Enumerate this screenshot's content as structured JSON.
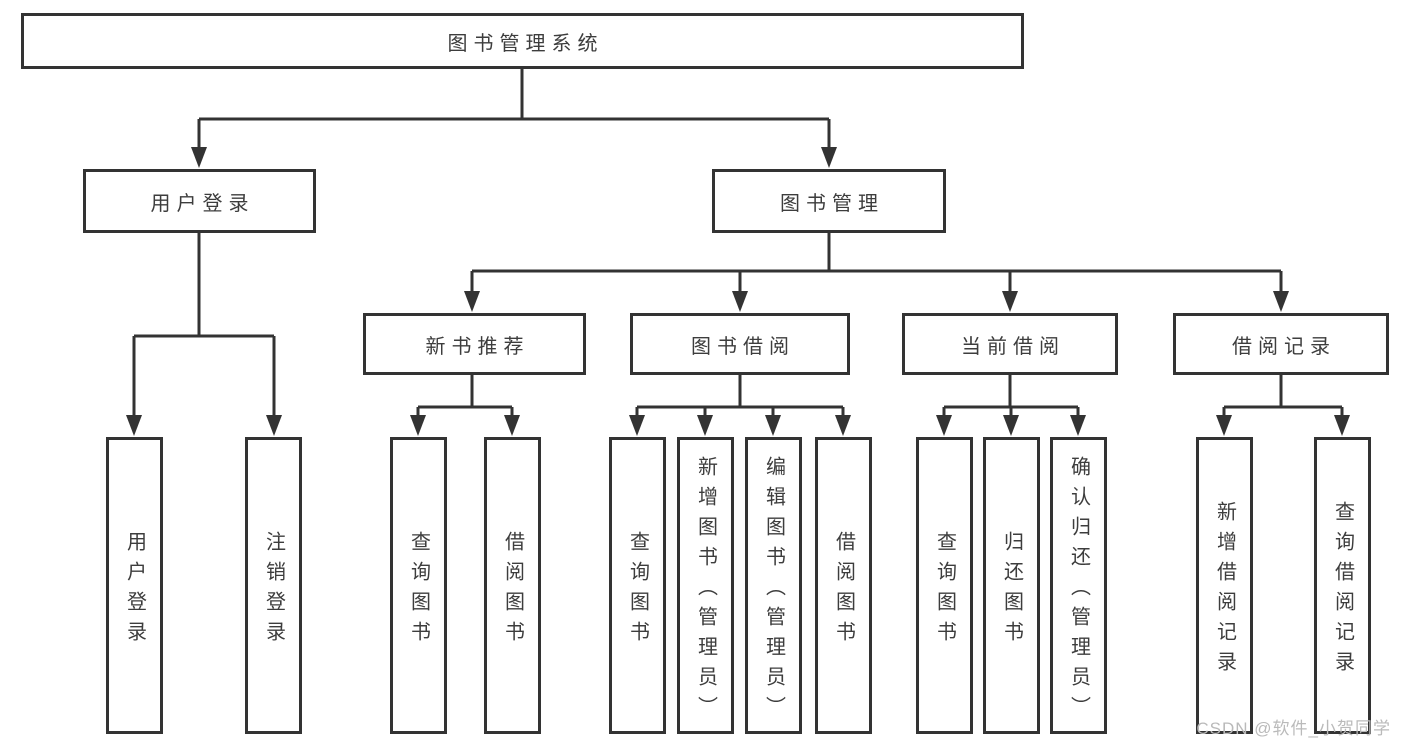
{
  "tree": {
    "root": {
      "label": "图书管理系统"
    },
    "user_login": {
      "label": "用户登录",
      "children": [
        {
          "label": "用户登录"
        },
        {
          "label": "注销登录"
        }
      ]
    },
    "book_management": {
      "label": "图书管理",
      "sections": [
        {
          "label": "新书推荐",
          "children": [
            {
              "label": "查询图书"
            },
            {
              "label": "借阅图书"
            }
          ]
        },
        {
          "label": "图书借阅",
          "children": [
            {
              "label": "查询图书"
            },
            {
              "label": "新增图书（管理员）"
            },
            {
              "label": "编辑图书（管理员）"
            },
            {
              "label": "借阅图书"
            }
          ]
        },
        {
          "label": "当前借阅",
          "children": [
            {
              "label": "查询图书"
            },
            {
              "label": "归还图书"
            },
            {
              "label": "确认归还（管理员）"
            }
          ]
        },
        {
          "label": "借阅记录",
          "children": [
            {
              "label": "新增借阅记录"
            },
            {
              "label": "查询借阅记录"
            }
          ]
        }
      ]
    }
  },
  "watermark": {
    "text": "CSDN @软件_小贺同学"
  },
  "colors": {
    "line": "#333333",
    "text": "#3d3d3d",
    "watermark": "#bababa",
    "canvas": "#ffffff"
  }
}
